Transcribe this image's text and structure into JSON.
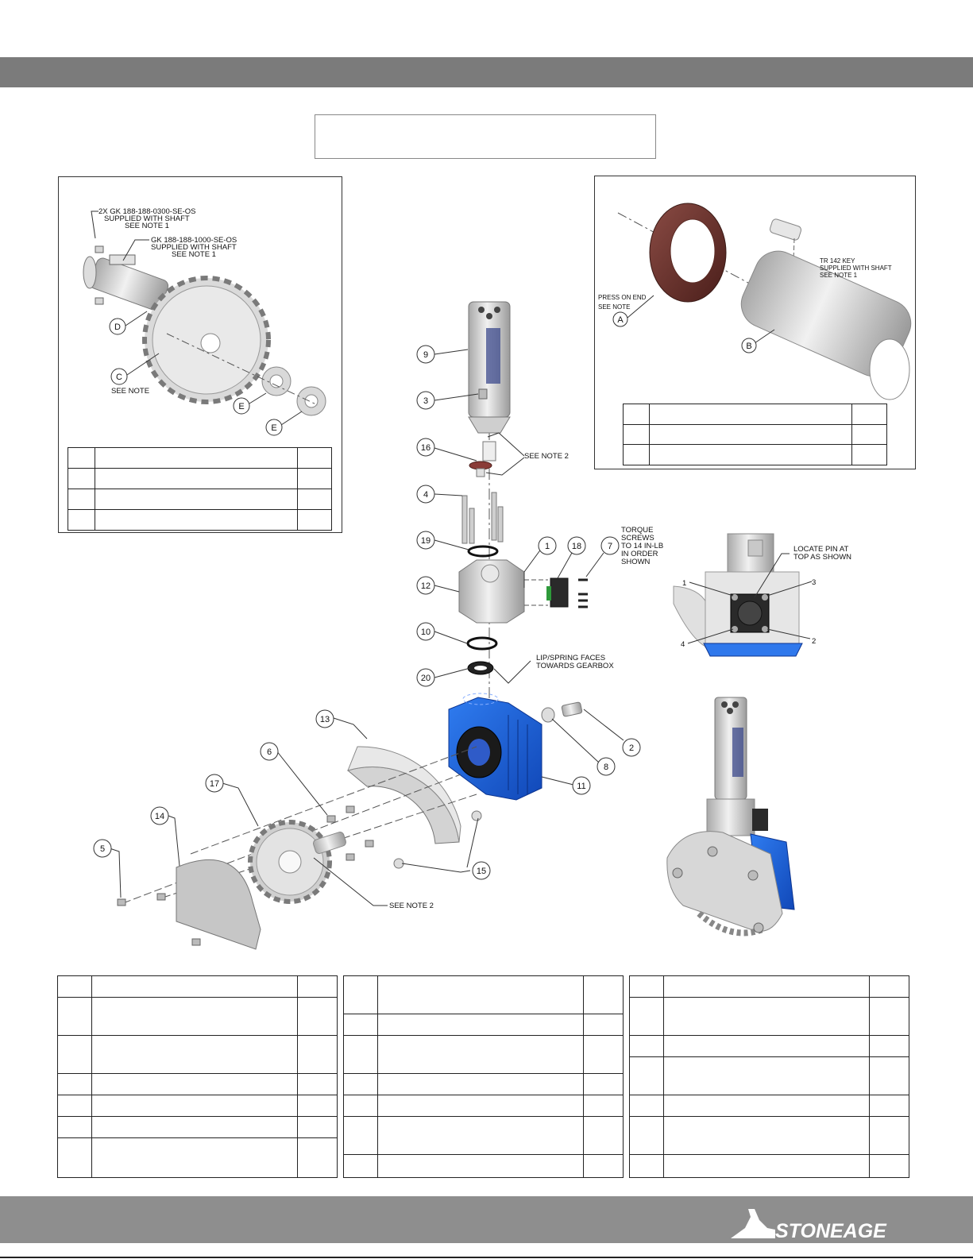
{
  "notes": {
    "kit_0300": "2X GK 188-188-0300-SE-OS\nSUPPLIED WITH SHAFT\nSEE NOTE 1",
    "kit_1000": "GK 188-188-1000-SE-OS\nSUPPLIED WITH SHAFT\nSEE NOTE 1",
    "see_note": "SEE NOTE",
    "tr_key": "TR 142 KEY\nSUPPLIED WITH SHAFT\nSEE NOTE 1",
    "press_on_end": "PRESS ON END\nSEE NOTE",
    "see_note_2": "SEE NOTE 2",
    "torque": "TORQUE\nSCREWS\nTO 14 IN-LB\nIN ORDER\nSHOWN",
    "locate_pin": "LOCATE PIN AT\nTOP AS SHOWN",
    "lip_spring": "LIP/SPRING FACES\nTOWARDS GEARBOX"
  },
  "letter_callouts": {
    "c": "C",
    "d": "D",
    "e1": "E",
    "e2": "E",
    "a": "A",
    "b": "B"
  },
  "callouts": {
    "c1": "1",
    "c2": "2",
    "c3": "3",
    "c4": "4",
    "c5": "5",
    "c6": "6",
    "c7": "7",
    "c8": "8",
    "c9": "9",
    "c10": "10",
    "c11": "11",
    "c12": "12",
    "c13": "13",
    "c14": "14",
    "c15": "15",
    "c16": "16",
    "c17": "17",
    "c18": "18",
    "c19": "19",
    "c20": "20"
  },
  "screw_order": {
    "n1": "1",
    "n2": "2",
    "n3": "3",
    "n4": "4"
  },
  "logo_text": "STONEAGE"
}
